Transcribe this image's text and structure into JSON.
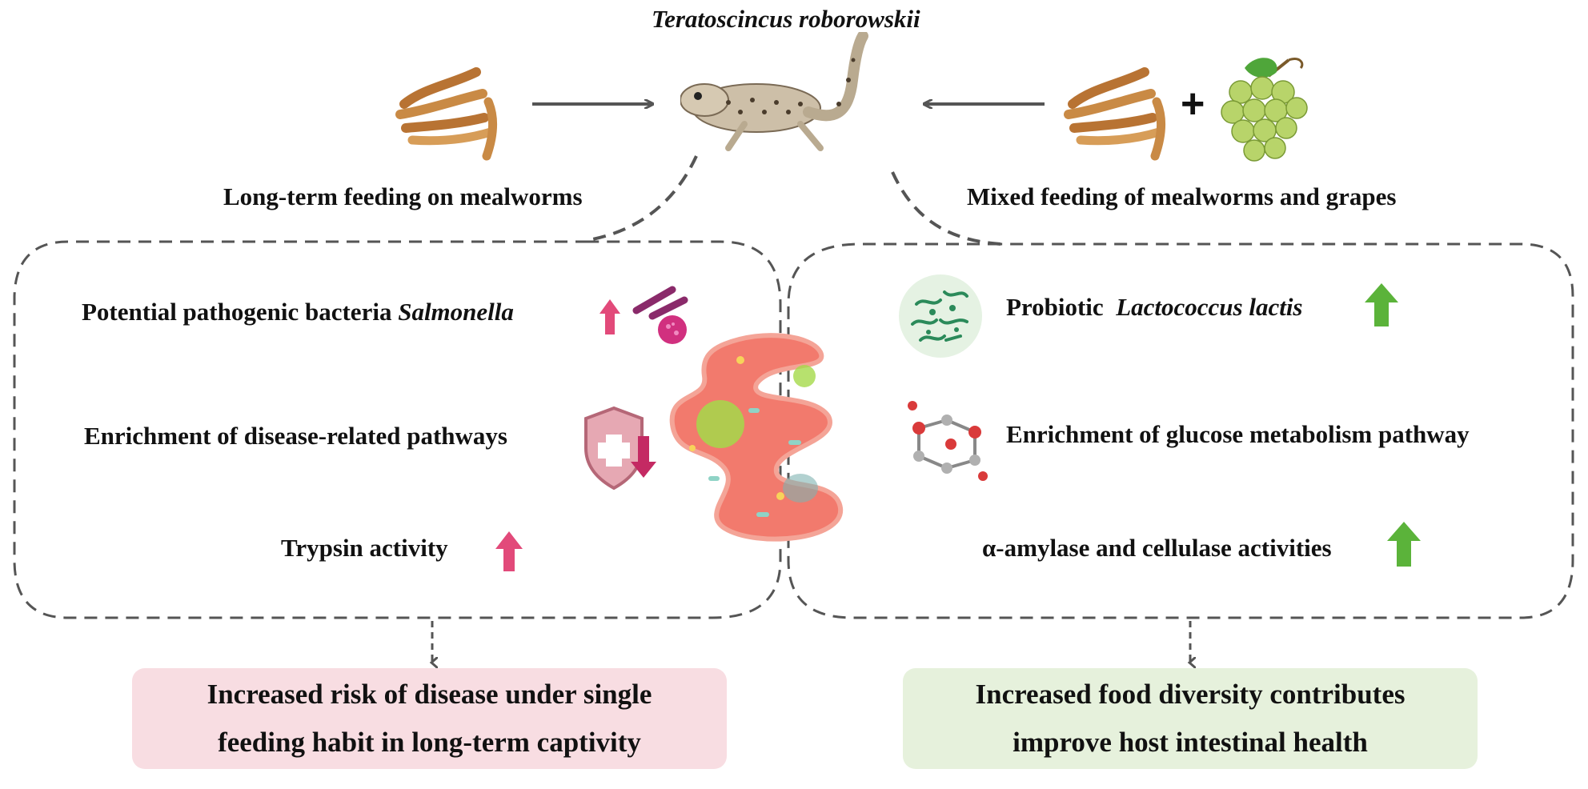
{
  "title": "Teratoscincus roborowskii",
  "left_label": "Long-term feeding on mealworms",
  "right_label": "Mixed feeding of mealworms and grapes",
  "plus_sign": "+",
  "left_panel": {
    "item1_prefix": "Potential pathogenic bacteria ",
    "item1_italic": "Salmonella",
    "item2": "Enrichment of disease-related pathways",
    "item3": "Trypsin activity"
  },
  "right_panel": {
    "item1_prefix": "Probiotic ",
    "item1_italic": "Lactococcus lactis",
    "item2": "Enrichment of glucose metabolism pathway",
    "item3": "α-amylase and cellulase activities"
  },
  "outcome_left": {
    "line1": "Increased risk of disease under single",
    "line2": "feeding habit in long-term captivity"
  },
  "outcome_right": {
    "line1": "Increased food diversity contributes",
    "line2": "improve host intestinal health"
  },
  "colors": {
    "up_pink": "#e24a7a",
    "up_green": "#5bb33a",
    "outcome_left_bg": "#f8dde2",
    "outcome_right_bg": "#e6f1dc",
    "dash": "#555555"
  },
  "icons": [
    "mealworm-icon",
    "grape-icon",
    "gecko-image",
    "bacteria-icon",
    "shield-icon",
    "probiotic-icon",
    "molecule-icon",
    "intestine-icon"
  ]
}
